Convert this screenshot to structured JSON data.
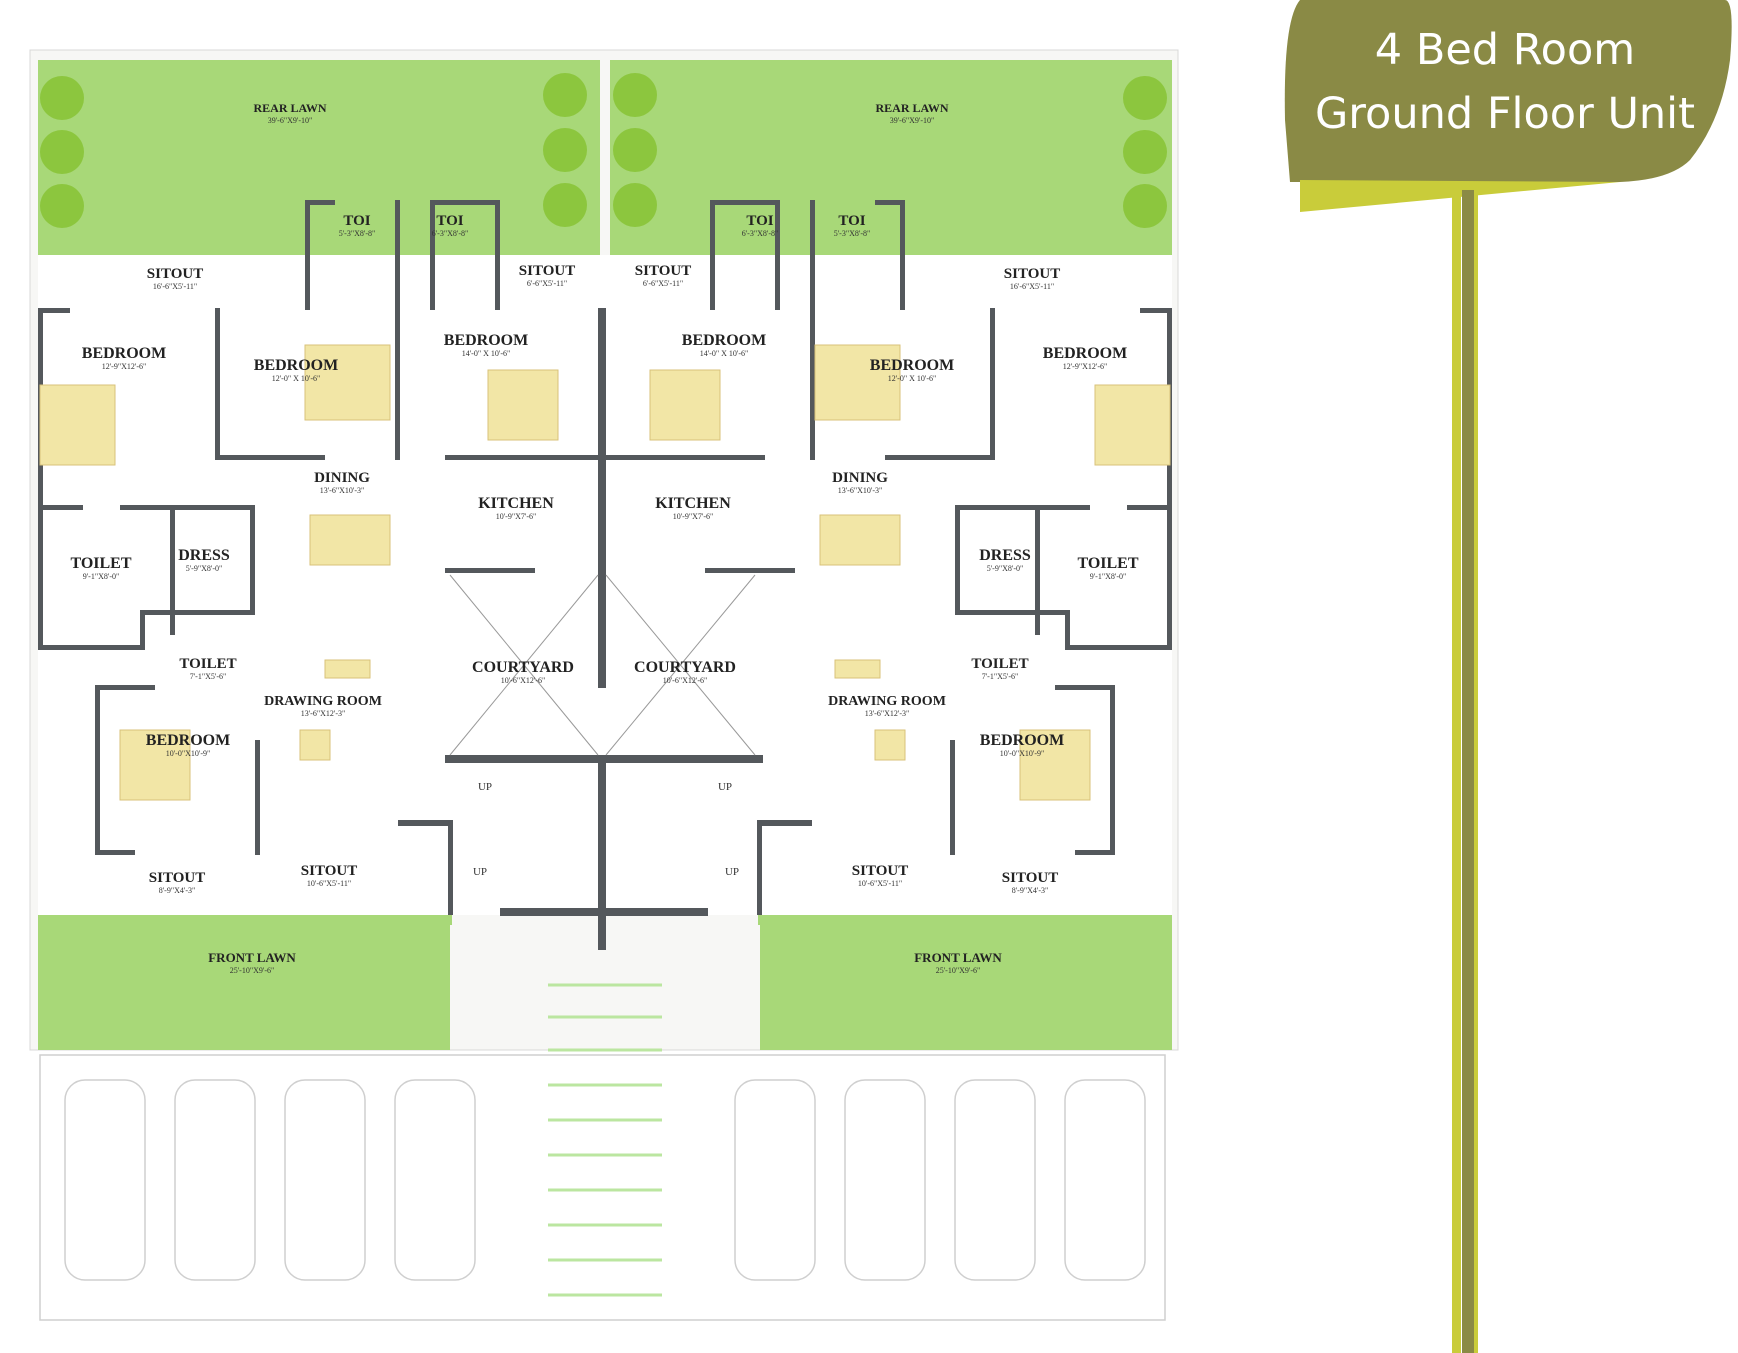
{
  "title": {
    "line1": "4 Bed Room",
    "line2": "Ground Floor Unit"
  },
  "colors": {
    "accent_olive": "#8a8a45",
    "accent_yellow": "#c9cc3a",
    "lawn": "#a8d878",
    "wall": "#54585c",
    "furniture": "#f2e6a6"
  },
  "rooms": [
    {
      "id": "rear-lawn-left",
      "name": "REAR LAWN",
      "dim": "39'-6\"X9'-10\""
    },
    {
      "id": "rear-lawn-right",
      "name": "REAR LAWN",
      "dim": "39'-6\"X9'-10\""
    },
    {
      "id": "toi-1",
      "name": "TOI",
      "dim": "5'-3\"X8'-8\""
    },
    {
      "id": "toi-2",
      "name": "TOI",
      "dim": "6'-3\"X8'-8\""
    },
    {
      "id": "toi-3",
      "name": "TOI",
      "dim": "6'-3\"X8'-8\""
    },
    {
      "id": "toi-4",
      "name": "TOI",
      "dim": "5'-3\"X8'-8\""
    },
    {
      "id": "sitout-rl",
      "name": "SITOUT",
      "dim": "16'-6\"X5'-11\""
    },
    {
      "id": "sitout-rc1",
      "name": "SITOUT",
      "dim": "6'-6\"X5'-11\""
    },
    {
      "id": "sitout-rc2",
      "name": "SITOUT",
      "dim": "6'-6\"X5'-11\""
    },
    {
      "id": "sitout-rr",
      "name": "SITOUT",
      "dim": "16'-6\"X5'-11\""
    },
    {
      "id": "bedroom-l1",
      "name": "BEDROOM",
      "dim": "12'-9\"X12'-6\""
    },
    {
      "id": "bedroom-l2",
      "name": "BEDROOM",
      "dim": "12'-0\" X 10'-6\""
    },
    {
      "id": "bedroom-l3",
      "name": "BEDROOM",
      "dim": "14'-0\" X 10'-6\""
    },
    {
      "id": "bedroom-r3",
      "name": "BEDROOM",
      "dim": "14'-0\" X 10'-6\""
    },
    {
      "id": "bedroom-r2",
      "name": "BEDROOM",
      "dim": "12'-0\" X 10'-6\""
    },
    {
      "id": "bedroom-r1",
      "name": "BEDROOM",
      "dim": "12'-9\"X12'-6\""
    },
    {
      "id": "dining-l",
      "name": "DINING",
      "dim": "13'-6\"X10'-3\""
    },
    {
      "id": "dining-r",
      "name": "DINING",
      "dim": "13'-6\"X10'-3\""
    },
    {
      "id": "kitchen-l",
      "name": "KITCHEN",
      "dim": "10'-9\"X7'-6\""
    },
    {
      "id": "kitchen-r",
      "name": "KITCHEN",
      "dim": "10'-9\"X7'-6\""
    },
    {
      "id": "toilet-l",
      "name": "TOILET",
      "dim": "9'-1\"X8'-0\""
    },
    {
      "id": "dress-l",
      "name": "DRESS",
      "dim": "5'-9\"X8'-0\""
    },
    {
      "id": "dress-r",
      "name": "DRESS",
      "dim": "5'-9\"X8'-0\""
    },
    {
      "id": "toilet-r",
      "name": "TOILET",
      "dim": "9'-1\"X8'-0\""
    },
    {
      "id": "toilet-l2",
      "name": "TOILET",
      "dim": "7'-1\"X5'-6\""
    },
    {
      "id": "toilet-r2",
      "name": "TOILET",
      "dim": "7'-1\"X5'-6\""
    },
    {
      "id": "courtyard-l",
      "name": "COURTYARD",
      "dim": "10'-6\"X12'-6\""
    },
    {
      "id": "courtyard-r",
      "name": "COURTYARD",
      "dim": "10'-6\"X12'-6\""
    },
    {
      "id": "drawing-l",
      "name": "DRAWING ROOM",
      "dim": "13'-6\"X12'-3\""
    },
    {
      "id": "drawing-r",
      "name": "DRAWING ROOM",
      "dim": "13'-6\"X12'-3\""
    },
    {
      "id": "bedroom-l4",
      "name": "BEDROOM",
      "dim": "10'-0\"X10'-9\""
    },
    {
      "id": "bedroom-r4",
      "name": "BEDROOM",
      "dim": "10'-0\"X10'-9\""
    },
    {
      "id": "sitout-fl1",
      "name": "SITOUT",
      "dim": "8'-9\"X4'-3\""
    },
    {
      "id": "sitout-fl2",
      "name": "SITOUT",
      "dim": "10'-6\"X5'-11\""
    },
    {
      "id": "sitout-fr2",
      "name": "SITOUT",
      "dim": "10'-6\"X5'-11\""
    },
    {
      "id": "sitout-fr1",
      "name": "SITOUT",
      "dim": "8'-9\"X4'-3\""
    },
    {
      "id": "front-lawn-l",
      "name": "FRONT LAWN",
      "dim": "25'-10\"X9'-6\""
    },
    {
      "id": "front-lawn-r",
      "name": "FRONT LAWN",
      "dim": "25'-10\"X9'-6\""
    }
  ],
  "stairs": {
    "label": "UP"
  }
}
